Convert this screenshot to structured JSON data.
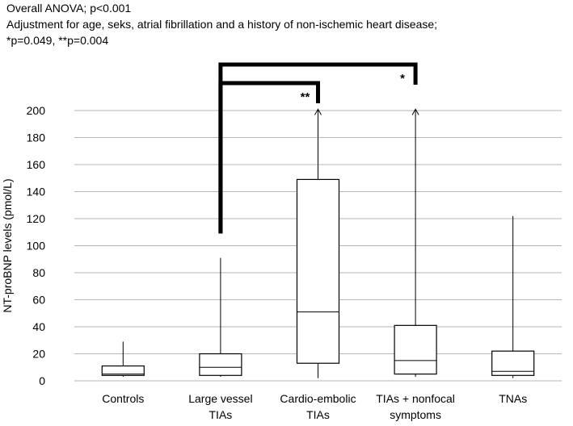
{
  "chart_data": {
    "type": "boxplot",
    "title_lines": [
      "Overall ANOVA; p<0.001",
      "Adjustment for age, seks, atrial fibrillation and a history of non-ischemic heart disease;",
      "*p=0.049, **p=0.004"
    ],
    "ylabel": "NT-proBNP levels (pmol/L)",
    "ylim": [
      0,
      200
    ],
    "yticks": [
      "0",
      "20",
      "40",
      "60",
      "80",
      "100",
      "120",
      "140",
      "160",
      "180",
      "200"
    ],
    "grid": true,
    "categories": [
      {
        "lines": [
          "Controls"
        ],
        "whisker_low": 3,
        "q1": 4,
        "median": 5,
        "q3": 11,
        "whisker_high": 29,
        "arrow": false
      },
      {
        "lines": [
          "Large vessel",
          "TIAs"
        ],
        "whisker_low": 3,
        "q1": 4,
        "median": 10,
        "q3": 20,
        "whisker_high": 91,
        "arrow": false
      },
      {
        "lines": [
          "Cardio-embolic",
          "TIAs"
        ],
        "whisker_low": 2,
        "q1": 13,
        "median": 51,
        "q3": 149,
        "whisker_high": 201,
        "arrow": true
      },
      {
        "lines": [
          "TIAs + nonfocal",
          "symptoms"
        ],
        "whisker_low": 3,
        "q1": 5,
        "median": 15,
        "q3": 41,
        "whisker_high": 201,
        "arrow": true
      },
      {
        "lines": [
          "TNAs"
        ],
        "whisker_low": 2,
        "q1": 4,
        "median": 7,
        "q3": 22,
        "whisker_high": 122,
        "arrow": false
      }
    ],
    "significance": [
      {
        "from": 1,
        "to": 2,
        "label": "**",
        "from_value": 109,
        "level": 0
      },
      {
        "from": 1,
        "to": 3,
        "label": "*",
        "from_value": 109,
        "level": 1
      }
    ]
  }
}
